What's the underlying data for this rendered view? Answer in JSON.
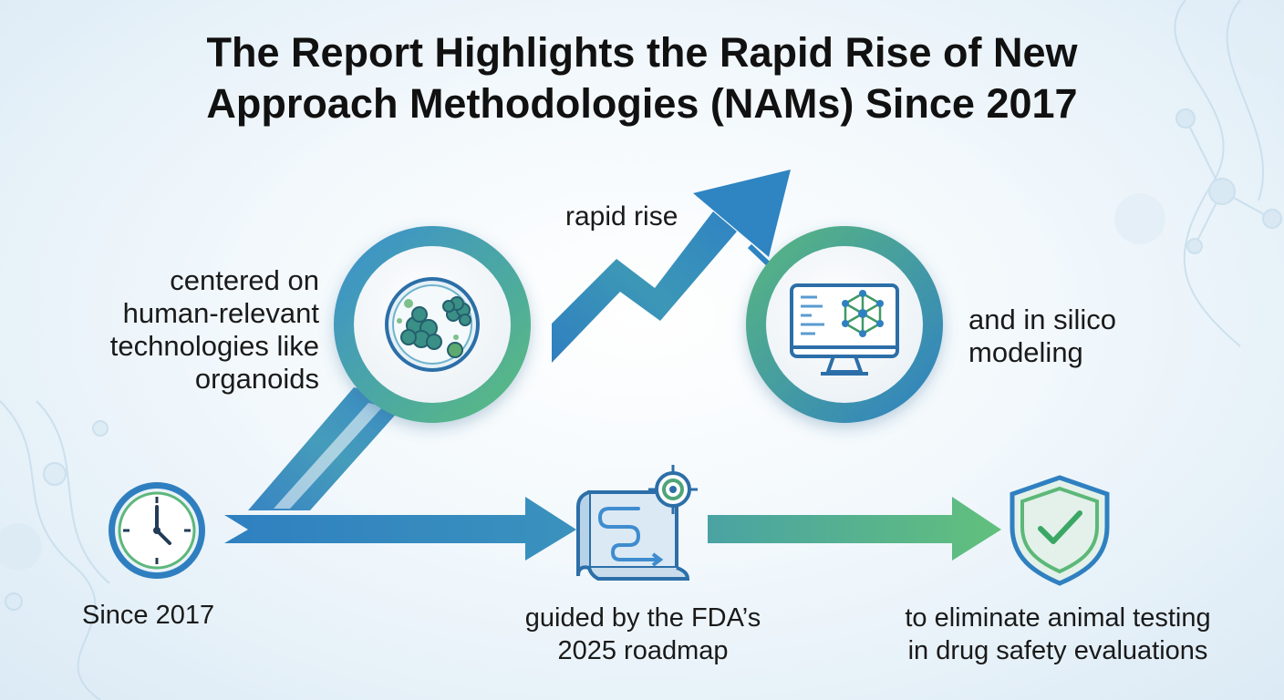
{
  "title": {
    "line1": "The Report Highlights the Rapid Rise of New",
    "line2": "Approach Methodologies (NAMs) Since 2017"
  },
  "labels": {
    "rapid_rise": "rapid rise",
    "organoids": [
      "centered on",
      "human-relevant",
      "technologies like",
      "organoids"
    ],
    "in_silico": [
      "and in silico",
      "modeling"
    ],
    "since": "Since 2017",
    "roadmap": [
      "guided by the FDA’s",
      "2025 roadmap"
    ],
    "eliminate": [
      "to eliminate animal testing",
      "in drug safety evaluations"
    ]
  },
  "colors": {
    "blue": "#2f7fc0",
    "green": "#5cb878",
    "text": "#111111"
  },
  "icons": {
    "since": "clock-icon",
    "organoids": "petri-dish-icon",
    "in_silico": "computer-network-icon",
    "roadmap": "roadmap-target-icon",
    "eliminate": "shield-check-icon"
  }
}
